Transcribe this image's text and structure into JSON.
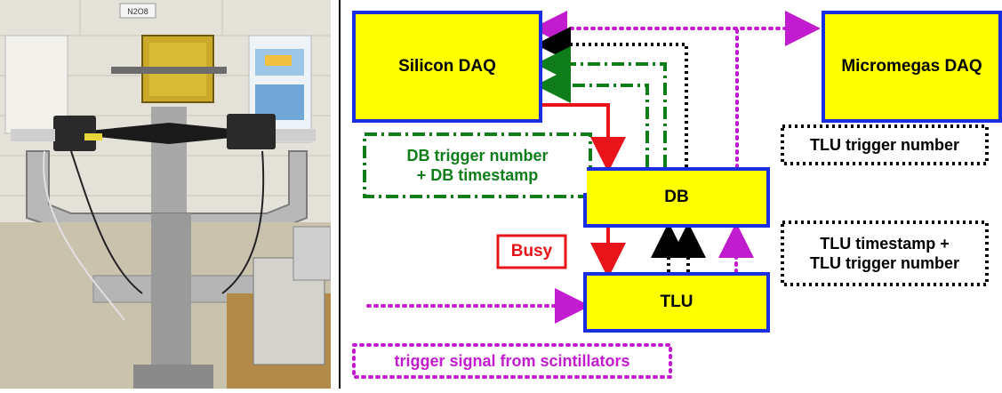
{
  "photo": {
    "description_icon": "photo-icon",
    "sign": "N2O8"
  },
  "blocks": {
    "silicon_daq": "Silicon DAQ",
    "micromegas_daq": "Micromegas DAQ",
    "db": "DB",
    "tlu": "TLU"
  },
  "labels": {
    "db_trigger_line1": "DB trigger number",
    "db_trigger_line2": "+ DB timestamp",
    "busy": "Busy",
    "tlu_trigger_number": "TLU trigger number",
    "tlu_timestamp_line1": "TLU timestamp +",
    "tlu_timestamp_line2": "TLU trigger number",
    "trigger_signal": "trigger signal from scintillators"
  },
  "colors": {
    "block_fill": "#ffff00",
    "block_border": "#1c2fe0",
    "busy_red": "#e8141a",
    "green": "#0f7d1a",
    "black": "#000000",
    "magenta": "#c21ccf"
  }
}
